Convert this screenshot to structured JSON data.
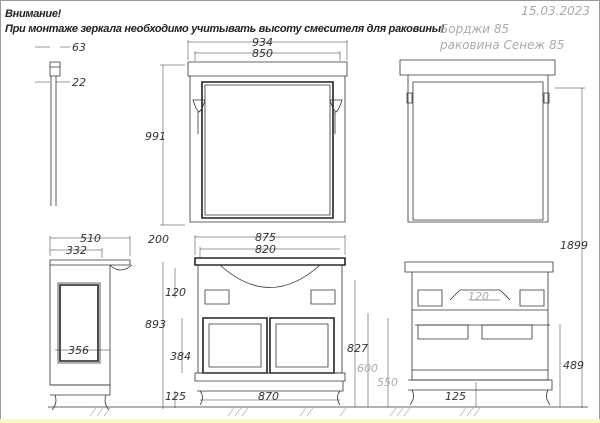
{
  "notice": {
    "title": "Внимание!",
    "text": "При монтаже зеркала необходимо учитывать высоту смесителя для раковины!"
  },
  "date": "15.03.2023",
  "product": {
    "line1": "Борджи 85",
    "line2": "раковина Сенеж 85"
  },
  "dimensions": {
    "mirror_depth_top": "63",
    "mirror_depth": "22",
    "mirror_width_total": "934",
    "mirror_width": "850",
    "mirror_height": "991",
    "total_height": "1899",
    "mirror_gap": "200",
    "cabinet_depth_total": "510",
    "cabinet_depth": "332",
    "side_panel": "356",
    "sink_width": "875",
    "cabinet_width": "820",
    "drawer_height": "120",
    "cabinet_height": "893",
    "door_height": "384",
    "leg_height": "125",
    "leg_span": "870",
    "back_height": "827",
    "back_600": "600",
    "back_550": "550",
    "back_489": "489",
    "back_leg": "125",
    "back_120": "120"
  }
}
